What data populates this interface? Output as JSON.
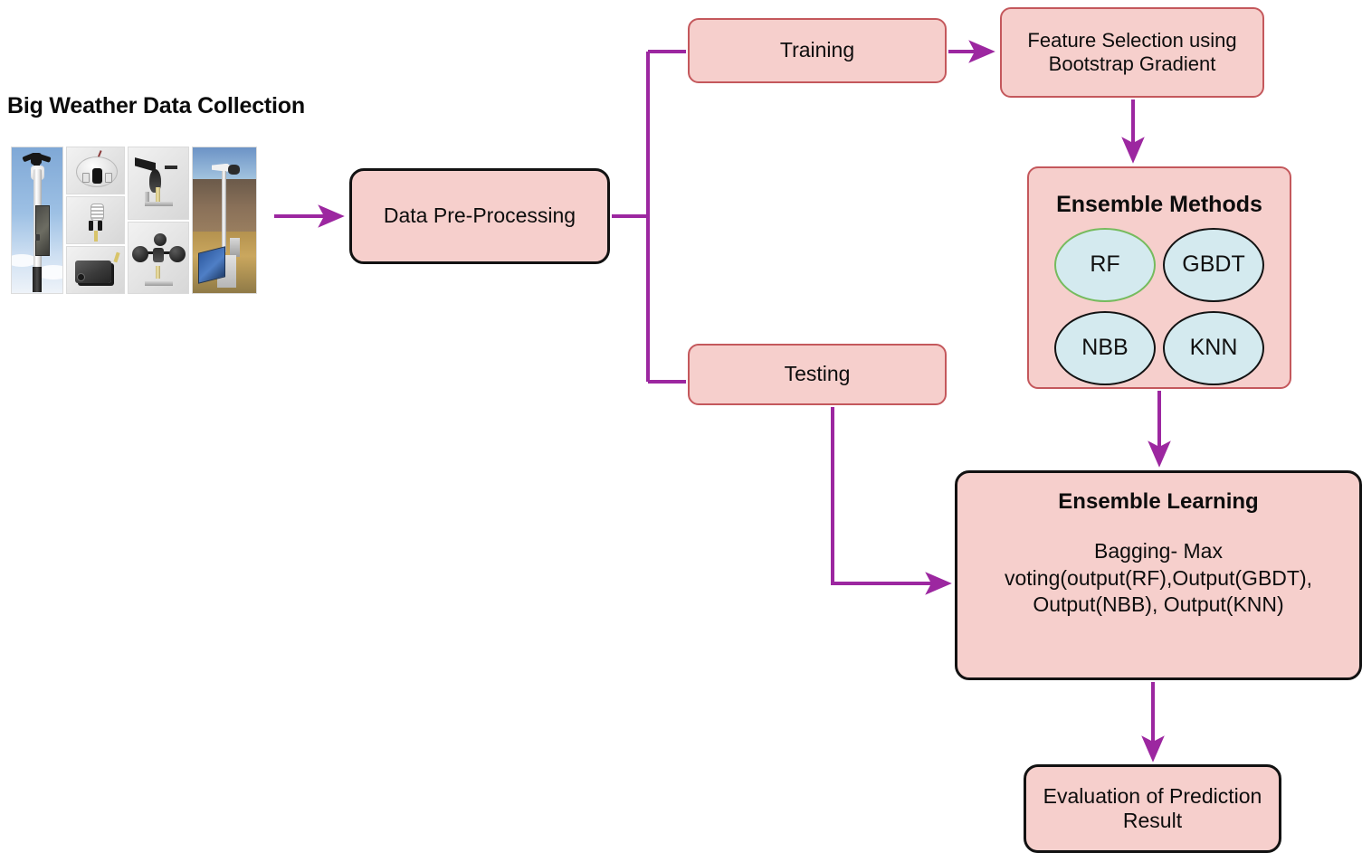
{
  "diagram": {
    "title": "Big Weather Data Collection",
    "accent_color": "#9c27a0",
    "node_fill": "#f6cfcc",
    "node_border_black": "#121212",
    "node_border_red": "#c4585c",
    "ellipse_fill": "#d4eaef",
    "ellipse_border_green": "#76bb5e",
    "ellipse_border_black": "#131313"
  },
  "photos": [
    {
      "name": "weather-station-anemometer-photo",
      "alt": "Anemometer with wind vane on mast against sky"
    },
    {
      "name": "sensor-components-photo",
      "alt": "Sensor disc, coil probe and data logger box"
    },
    {
      "name": "wind-vane-and-cup-anemometer-photo",
      "alt": "Wind vane and cup anemometer sensors"
    },
    {
      "name": "field-weather-station-photo",
      "alt": "Weather station with solar panel in field"
    }
  ],
  "nodes": {
    "preprocessing": {
      "label": "Data Pre-Processing"
    },
    "training": {
      "label": "Training"
    },
    "testing": {
      "label": "Testing"
    },
    "feature_selection": {
      "line1": "Feature Selection using",
      "line2": "Bootstrap Gradient"
    },
    "ensemble_methods": {
      "title": "Ensemble Methods",
      "models": [
        {
          "label": "RF",
          "border": "green"
        },
        {
          "label": "GBDT",
          "border": "black"
        },
        {
          "label": "NBB",
          "border": "black"
        },
        {
          "label": "KNN",
          "border": "black"
        }
      ]
    },
    "ensemble_learning": {
      "title": "Ensemble Learning",
      "line1": "Bagging- Max",
      "line2": "voting(output(RF),Output(GBDT),",
      "line3": "Output(NBB), Output(KNN)"
    },
    "evaluation": {
      "line1": "Evaluation of Prediction",
      "line2": "Result"
    }
  },
  "edges": [
    {
      "name": "edge-photos-to-preprocessing",
      "from": "photos",
      "to": "preprocessing",
      "arrow": true
    },
    {
      "name": "edge-preprocessing-to-training",
      "from": "preprocessing",
      "to": "training",
      "arrow": false
    },
    {
      "name": "edge-preprocessing-to-testing",
      "from": "preprocessing",
      "to": "testing",
      "arrow": false
    },
    {
      "name": "edge-training-to-feature-selection",
      "from": "training",
      "to": "feature_selection",
      "arrow": true
    },
    {
      "name": "edge-feature-selection-to-ensemble-methods",
      "from": "feature_selection",
      "to": "ensemble_methods",
      "arrow": true
    },
    {
      "name": "edge-ensemble-methods-to-ensemble-learning",
      "from": "ensemble_methods",
      "to": "ensemble_learning",
      "arrow": true
    },
    {
      "name": "edge-testing-to-ensemble-learning",
      "from": "testing",
      "to": "ensemble_learning",
      "arrow": true
    },
    {
      "name": "edge-ensemble-learning-to-evaluation",
      "from": "ensemble_learning",
      "to": "evaluation",
      "arrow": true
    }
  ]
}
